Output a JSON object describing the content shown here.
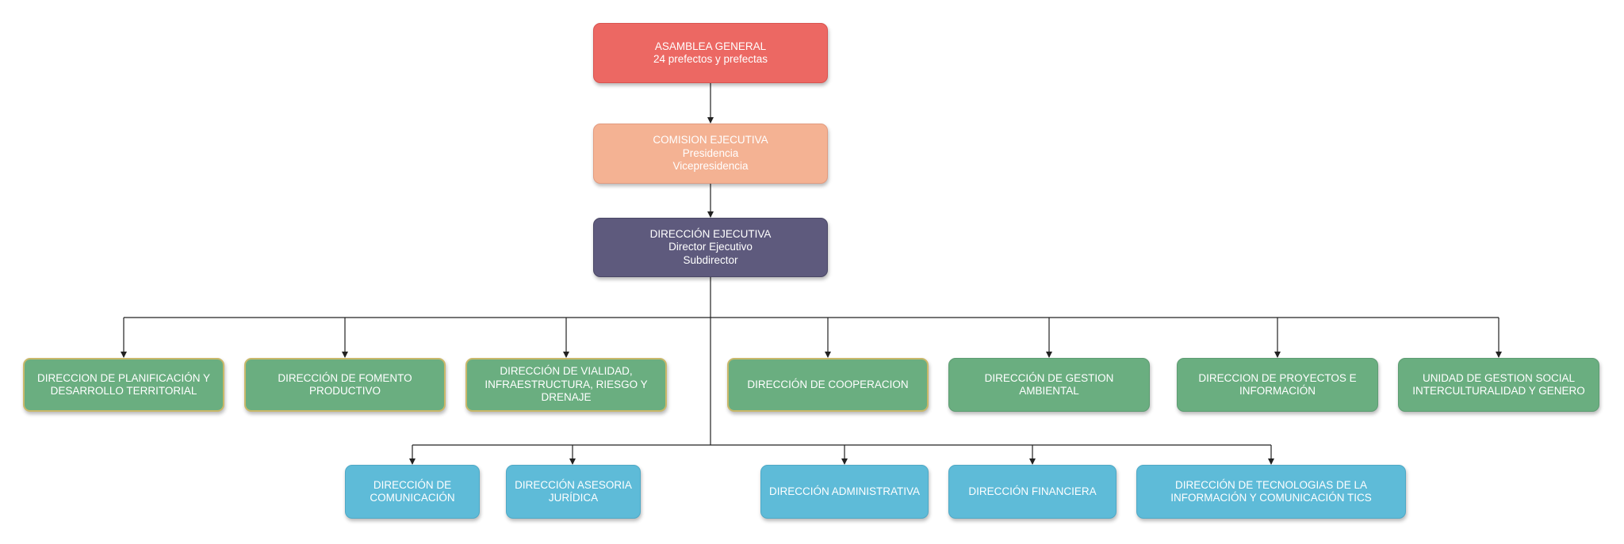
{
  "chart": {
    "top": [
      {
        "lines": [
          "ASAMBLEA GENERAL",
          "24 prefectos y prefectas"
        ]
      },
      {
        "lines": [
          "COMISION EJECUTIVA",
          "Presidencia",
          "Vicepresidencia"
        ]
      },
      {
        "lines": [
          "DIRECCIÓN EJECUTIVA",
          "Director Ejecutivo",
          "Subdirector"
        ]
      }
    ],
    "row1": [
      {
        "lines": [
          "DIRECCION DE PLANIFICACIÓN Y",
          "DESARROLLO TERRITORIAL"
        ]
      },
      {
        "lines": [
          "DIRECCIÓN DE FOMENTO",
          "PRODUCTIVO"
        ]
      },
      {
        "lines": [
          "DIRECCIÓN DE VIALIDAD,",
          "INFRAESTRUCTURA, RIESGO Y",
          "DRENAJE"
        ]
      },
      {
        "lines": [
          "DIRECCIÓN DE COOPERACION"
        ]
      },
      {
        "lines": [
          "DIRECCIÓN DE GESTION AMBIENTAL"
        ]
      },
      {
        "lines": [
          "DIRECCION DE PROYECTOS E",
          "INFORMACIÓN"
        ]
      },
      {
        "lines": [
          "UNIDAD DE GESTION SOCIAL",
          "INTERCULTURALIDAD Y GENERO"
        ]
      }
    ],
    "row2": [
      {
        "lines": [
          "DIRECCIÓN DE",
          "COMUNICACIÓN"
        ]
      },
      {
        "lines": [
          "DIRECCIÓN ASESORIA",
          "JURÍDICA"
        ]
      },
      {
        "lines": [
          "DIRECCIÓN ADMINISTRATIVA"
        ]
      },
      {
        "lines": [
          "DIRECCIÓN FINANCIERA"
        ]
      },
      {
        "lines": [
          "DIRECCIÓN DE TECNOLOGIAS DE LA",
          "INFORMACIÓN Y COMUNICACIÓN TICS"
        ]
      }
    ]
  }
}
